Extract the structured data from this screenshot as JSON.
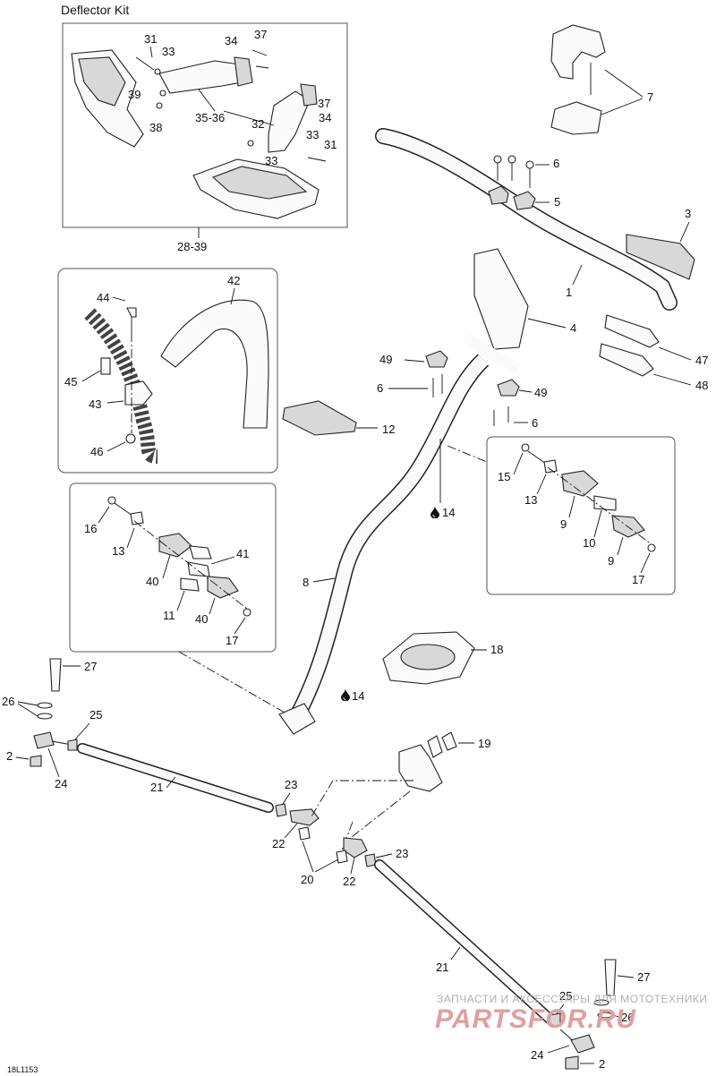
{
  "header": {
    "deflector_title": "Deflector Kit",
    "deflector_range": "28-39"
  },
  "footer": {
    "drawing_code": "18L1153",
    "watermark_line1": "ЗАПЧАСТИ И АКСЕССУАРЫ ДЛЯ МОТОТЕХНИКИ",
    "watermark_line2": "PARTSFOR.RU"
  },
  "callouts": {
    "c1": "1",
    "c2": "2",
    "c3": "3",
    "c4": "4",
    "c5": "5",
    "c6": "6",
    "c7": "7",
    "c8": "8",
    "c9": "9",
    "c10": "10",
    "c11": "11",
    "c12": "12",
    "c13": "13",
    "c14": "14",
    "c15": "15",
    "c16": "16",
    "c17": "17",
    "c18": "18",
    "c19": "19",
    "c20": "20",
    "c21": "21",
    "c22": "22",
    "c23": "23",
    "c24": "24",
    "c25": "25",
    "c26": "26",
    "c27": "27",
    "c31": "31",
    "c32": "32",
    "c33": "33",
    "c34": "34",
    "c35_36": "35-36",
    "c37": "37",
    "c38": "38",
    "c39": "39",
    "c40": "40",
    "c41": "41",
    "c42": "42",
    "c43": "43",
    "c44": "44",
    "c45": "45",
    "c46": "46",
    "c47": "47",
    "c48": "48",
    "c49": "49"
  },
  "icons": {
    "lubricant": "drop-icon"
  }
}
